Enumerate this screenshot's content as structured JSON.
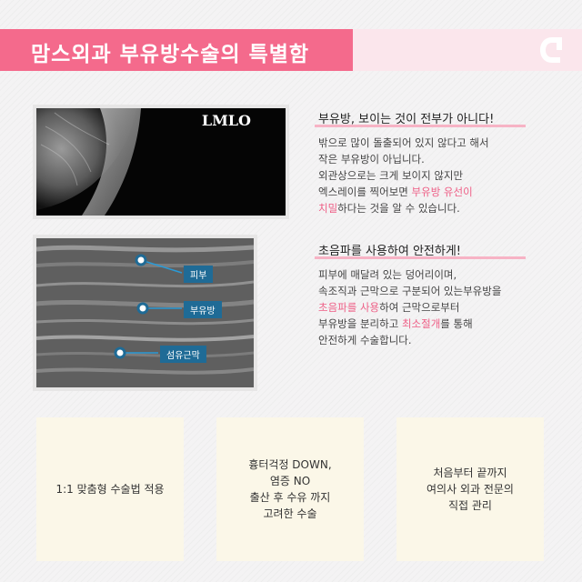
{
  "header": {
    "title": "맘스외과 부유방수술의 특별함",
    "band_color": "#f46a8c",
    "band_light_color": "#fbe6ec",
    "logo": "brand-logo-icon"
  },
  "xray": {
    "label": "LMLO"
  },
  "ultrasound": {
    "tags": [
      "피부",
      "부유방",
      "섬유근막"
    ]
  },
  "section1": {
    "title": "부유방, 보이는 것이 전부가 아니다!",
    "lines": [
      "밖으로 많이 돌출되어 있지 않다고 해서",
      "작은 부유방이 아닙니다.",
      "외관상으로는 크게 보이지 않지만"
    ],
    "line4_pre": "엑스레이를 찍어보면 ",
    "line4_pink": "부유방 유선이",
    "line5_pink": "치밀",
    "line5_post": "하다는 것을 알 수 있습니다."
  },
  "section2": {
    "title": "초음파를 사용하여 안전하게!",
    "line1": "피부에 매달려 있는 덩어리이며,",
    "line2": "속조직과 근막으로 구분되어 있는부유방을",
    "line3_pink": "초음파를 사용",
    "line3_post": "하여 근막으로부터",
    "line4_pre": "부유방을 분리하고 ",
    "line4_pink": "최소절개",
    "line4_post": "를 통해",
    "line5": "안전하게 수술합니다."
  },
  "cards": [
    {
      "lines": [
        "1:1 맞춤형 수술법 적용"
      ]
    },
    {
      "lines": [
        "흉터걱정 DOWN,",
        "염증 NO",
        "출산 후 수유 까지",
        "고려한 수술"
      ]
    },
    {
      "lines": [
        "처음부터 끝까지",
        "여의사 외과 전문의",
        "직접 관리"
      ]
    }
  ],
  "colors": {
    "accent_pink": "#ee5f86",
    "underline_pink": "#f7b3c5",
    "card_bg": "#fbf7e8",
    "tag_blue": "#1f6b96"
  }
}
